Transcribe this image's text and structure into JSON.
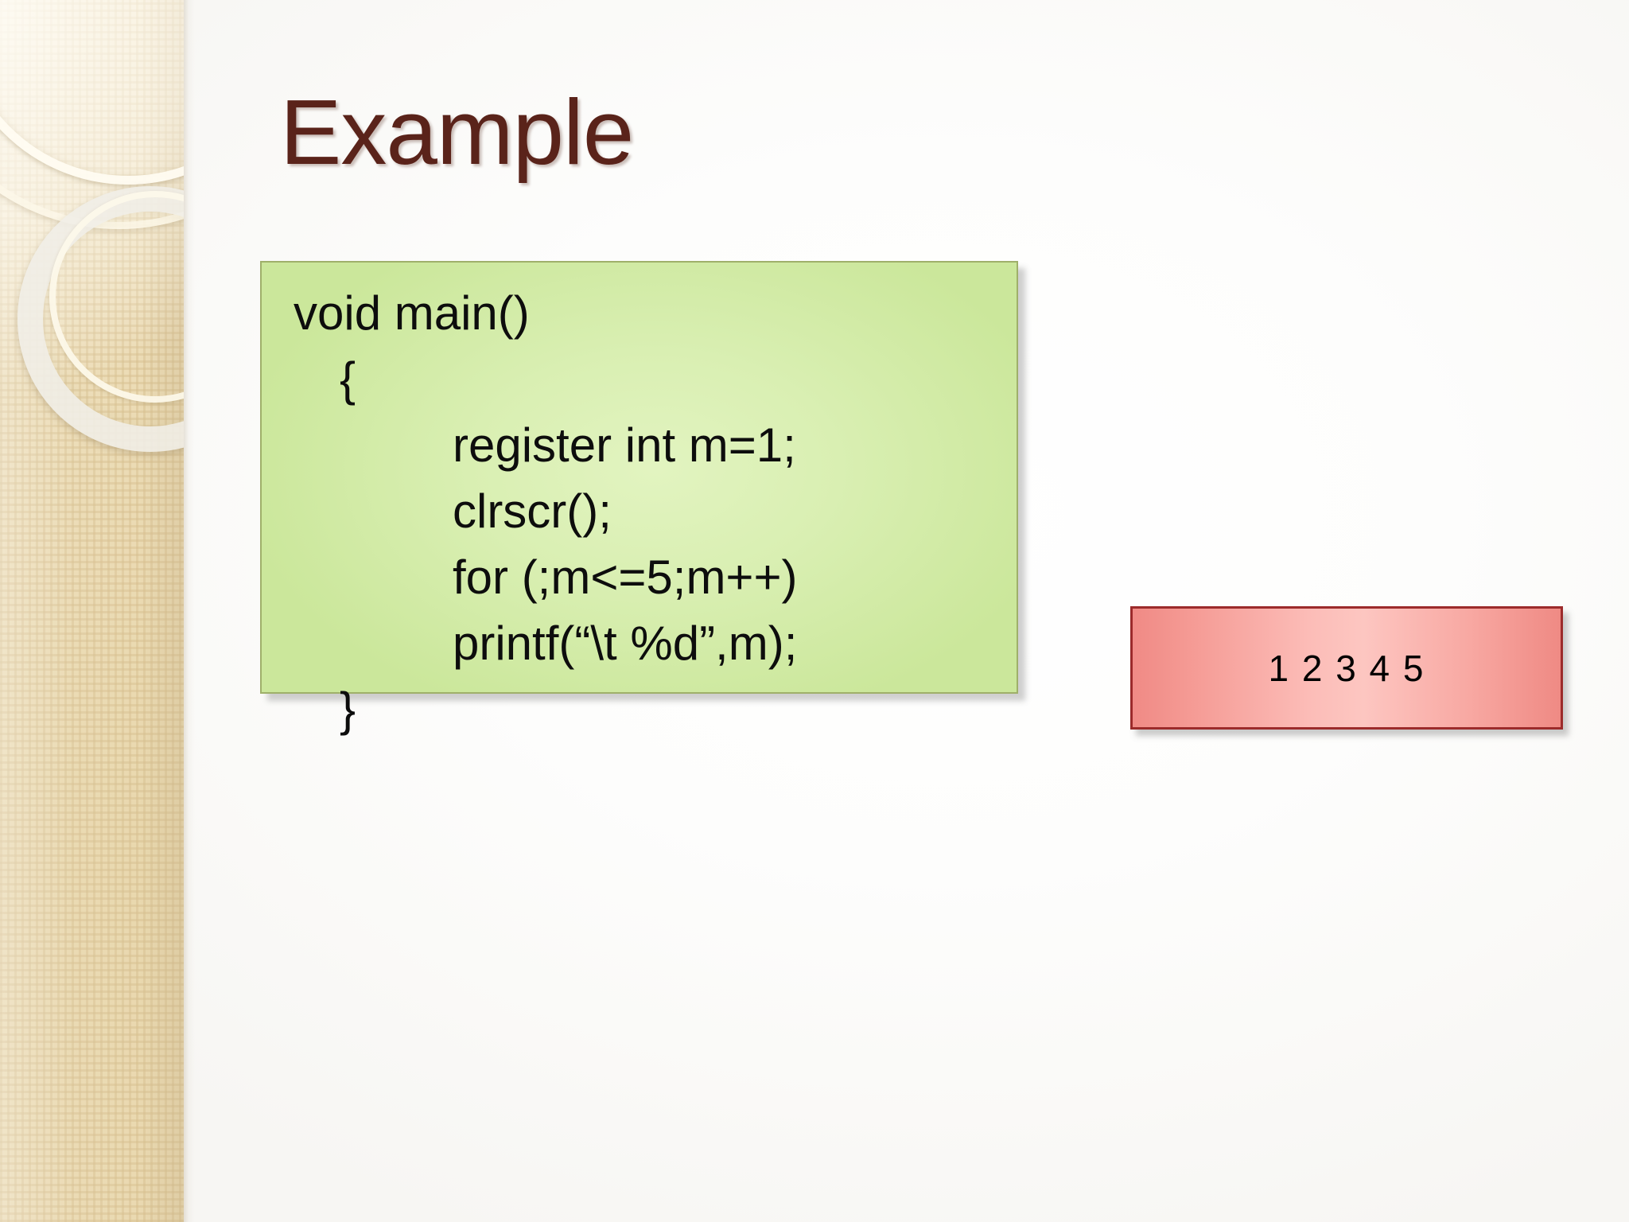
{
  "slide": {
    "title": "Example",
    "theme": {
      "title_color": "#5a231a",
      "band_color": "#ecdcb6",
      "code_box_fill": "#d9efb2",
      "code_box_border": "#9fb06a",
      "output_box_fill": "#f8a9a3",
      "output_box_border": "#9c2b2b",
      "code_text_color": "#0d0d0d"
    }
  },
  "code_block": {
    "lines": [
      {
        "text": "void main()",
        "indent": 0
      },
      {
        "text": "{",
        "indent": 1
      },
      {
        "text": "register int m=1;",
        "indent": 2
      },
      {
        "text": "clrscr();",
        "indent": 2
      },
      {
        "text": "for (;m<=5;m++)",
        "indent": 2
      },
      {
        "text": "printf(“\\t %d”,m);",
        "indent": 2
      },
      {
        "text": "}",
        "indent": 1
      }
    ]
  },
  "output_block": {
    "text": "1 2 3 4 5"
  },
  "decoration": {
    "ring_large": "ring-large-icon",
    "ring_mid": "ring-mid-icon",
    "ring_thick": "ring-thick-icon",
    "ring_inner": "ring-inner-icon"
  }
}
